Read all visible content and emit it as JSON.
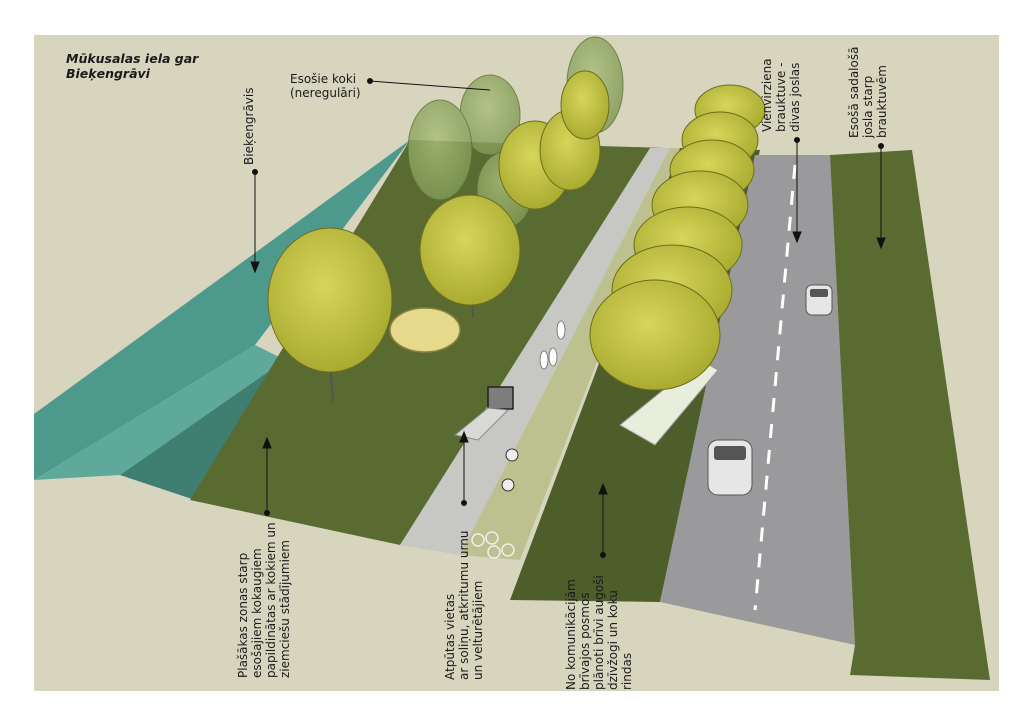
{
  "title": [
    "Mūkusalas iela gar",
    "Bieķengrāvi"
  ],
  "labels": {
    "trees": [
      "Esošie koki",
      "(neregulāri)"
    ],
    "canal": [
      "Bieķengrāvis"
    ],
    "green_zone": [
      "Plašākas zonas starp",
      "esošajiem kokaugiem",
      "papildinātas ar kokiem un",
      "ziemciešu stādījumiem"
    ],
    "rest_stops": [
      "Atpūtas vietas",
      "ar soliņu, atkritumu urnu",
      "un velturētājiem"
    ],
    "hedges": [
      "No komunikācijām",
      "brīvajos posmos",
      "plānoti brīvi augoši",
      "dzīvžogi un koku",
      "rindas"
    ],
    "carriageway": [
      "Vienvirziena",
      "brauktuve -",
      "divas joslas"
    ],
    "median": [
      "Esošā sadalošā",
      "josla starp",
      "brauktuvēm"
    ]
  },
  "colors": {
    "background": "#d8d5bf",
    "grass": "#5a6b32",
    "grass_dark": "#4e5e2b",
    "water": "#4d9a8c",
    "road": "#9a9a9c",
    "path": "#c7c7c3",
    "bike_path": "#bcc18f",
    "tree_yellow": "#b8b83a",
    "tree_green": "#7f9a50"
  }
}
